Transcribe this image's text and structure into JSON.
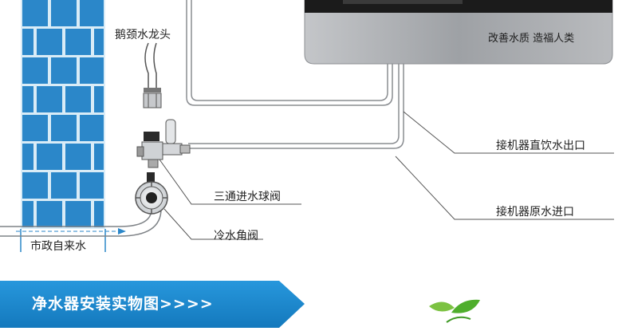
{
  "purifier": {
    "slogan": "改善水质   造福人类"
  },
  "labels": {
    "faucet": "鹅颈水龙头",
    "direct_outlet": "接机器直饮水出口",
    "tee_valve": "三通进水球阀",
    "raw_inlet": "接机器原水进口",
    "angle_valve": "冷水角阀",
    "tap_water": "市政自来水"
  },
  "banner": {
    "title": "净水器安装实物图>>>>"
  },
  "colors": {
    "brick": "#2b87c9",
    "mortar": "#d9ecf7",
    "banner": "#1c87cc",
    "purifier_panel": "#a9abae",
    "pipe_stroke": "#8a8d91",
    "leader_line": "#555555",
    "leaf": "#5cb82f"
  }
}
